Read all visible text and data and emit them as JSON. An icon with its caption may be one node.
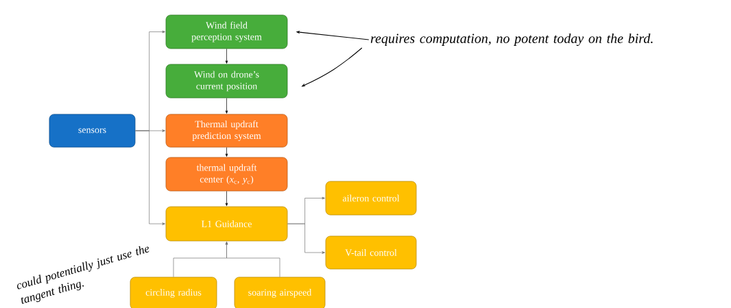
{
  "diagram": {
    "nodes": [
      {
        "text": [
          "Wind field perception system"
        ]
      },
      {
        "text": [
          "Wind on drone’s current position"
        ]
      },
      {
        "text": [
          "sensors"
        ]
      },
      {
        "text": [
          "Thermal updraft prediction system"
        ]
      },
      {
        "text": [
          "thermal updraft center (*x*$_{c}$, *y*$_{c}$)"
        ]
      },
      {
        "text": [
          "L1 Guidance"
        ]
      },
      {
        "text": [
          "aileron control"
        ]
      },
      {
        "text": [
          "V-tail control"
        ]
      },
      {
        "text": [
          "circling radius"
        ]
      },
      {
        "text": [
          "soaring airspeed"
        ]
      },
      {
        "text": [
          "requires computation, no potent today on the bird."
        ]
      }
    ],
    "edges": [
      {
        "from": 2,
        "to": 0,
        "arrow": "to"
      },
      {
        "from": 2,
        "to": 3,
        "arrow": "to"
      },
      {
        "from": 2,
        "to": 5,
        "arrow": "to"
      },
      {
        "from": 0,
        "to": 1,
        "arrow": "to",
        "color": "#000000"
      },
      {
        "from": 1,
        "to": 3,
        "arrow": "to",
        "color": "#000000"
      },
      {
        "from": 3,
        "to": 4,
        "arrow": "to",
        "color": "#000000"
      },
      {
        "from": 4,
        "to": 5,
        "arrow": "to",
        "color": "#000000"
      },
      {
        "from": 5,
        "to": 6,
        "arrow": "to"
      },
      {
        "from": 5,
        "to": 7,
        "arrow": "to"
      },
      {
        "from": 8,
        "to": 5,
        "arrow": "to"
      },
      {
        "from": 9,
        "to": 5,
        "arrow": "to"
      },
      {
        "from": 10,
        "to": 0,
        "arrow": "to",
        "color": "#000000"
      },
      {
        "from": 10,
        "to": 1,
        "arrow": "to",
        "color": "#000000"
      }
    ],
    "labels": [
      "could potentially just use the tangent thing."
    ]
  }
}
